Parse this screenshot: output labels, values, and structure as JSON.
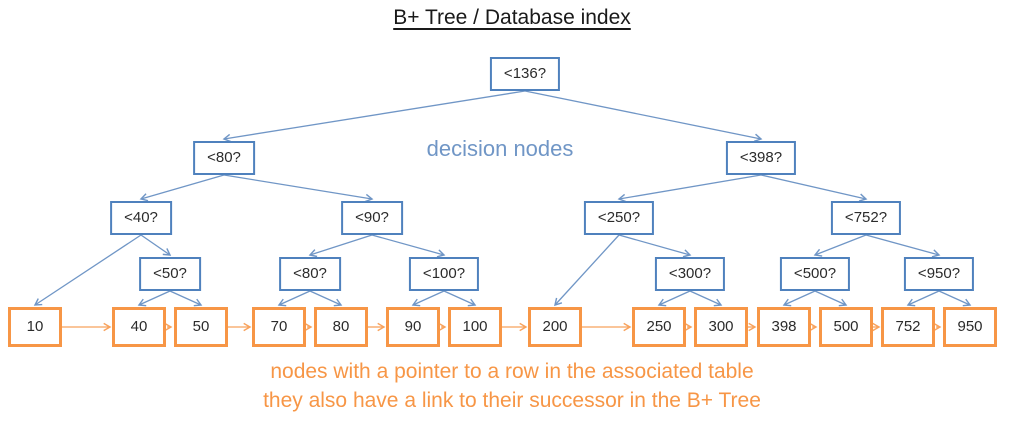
{
  "title": "B+ Tree / Database index",
  "annotations": {
    "decision_nodes_label": "decision nodes",
    "leaf_caption_line1": "nodes with a pointer to a row in the associated table",
    "leaf_caption_line2": "they also have a link to their successor in the B+ Tree"
  },
  "colors": {
    "decision_border": "#4f81bd",
    "decision_edge": "#7096c6",
    "leaf_border": "#f79646",
    "leaf_edge": "#f8a25c",
    "annotation_blue": "#7096c6",
    "annotation_orange": "#f79646",
    "node_text": "#2b2b2b",
    "title_text": "#1a1a1a"
  },
  "tree": {
    "label": "<136?",
    "children": [
      {
        "label": "<80?",
        "children": [
          {
            "label": "<40?",
            "children": [
              {
                "label": "10"
              },
              {
                "label": "<50?",
                "children": [
                  {
                    "label": "40"
                  },
                  {
                    "label": "50"
                  }
                ]
              }
            ]
          },
          {
            "label": "<90?",
            "children": [
              {
                "label": "<80?",
                "children": [
                  {
                    "label": "70"
                  },
                  {
                    "label": "80"
                  }
                ]
              },
              {
                "label": "<100?",
                "children": [
                  {
                    "label": "90"
                  },
                  {
                    "label": "100"
                  }
                ]
              }
            ]
          }
        ]
      },
      {
        "label": "<398?",
        "children": [
          {
            "label": "<250?",
            "children": [
              {
                "label": "200"
              },
              {
                "label": "<300?",
                "children": [
                  {
                    "label": "250"
                  },
                  {
                    "label": "300"
                  }
                ]
              }
            ]
          },
          {
            "label": "<752?",
            "children": [
              {
                "label": "<500?",
                "children": [
                  {
                    "label": "398"
                  },
                  {
                    "label": "500"
                  }
                ]
              },
              {
                "label": "<950?",
                "children": [
                  {
                    "label": "752"
                  },
                  {
                    "label": "950"
                  }
                ]
              }
            ]
          }
        ]
      }
    ]
  },
  "leaf_chain": [
    "10",
    "40",
    "50",
    "70",
    "80",
    "90",
    "100",
    "200",
    "250",
    "300",
    "398",
    "500",
    "752",
    "950"
  ]
}
